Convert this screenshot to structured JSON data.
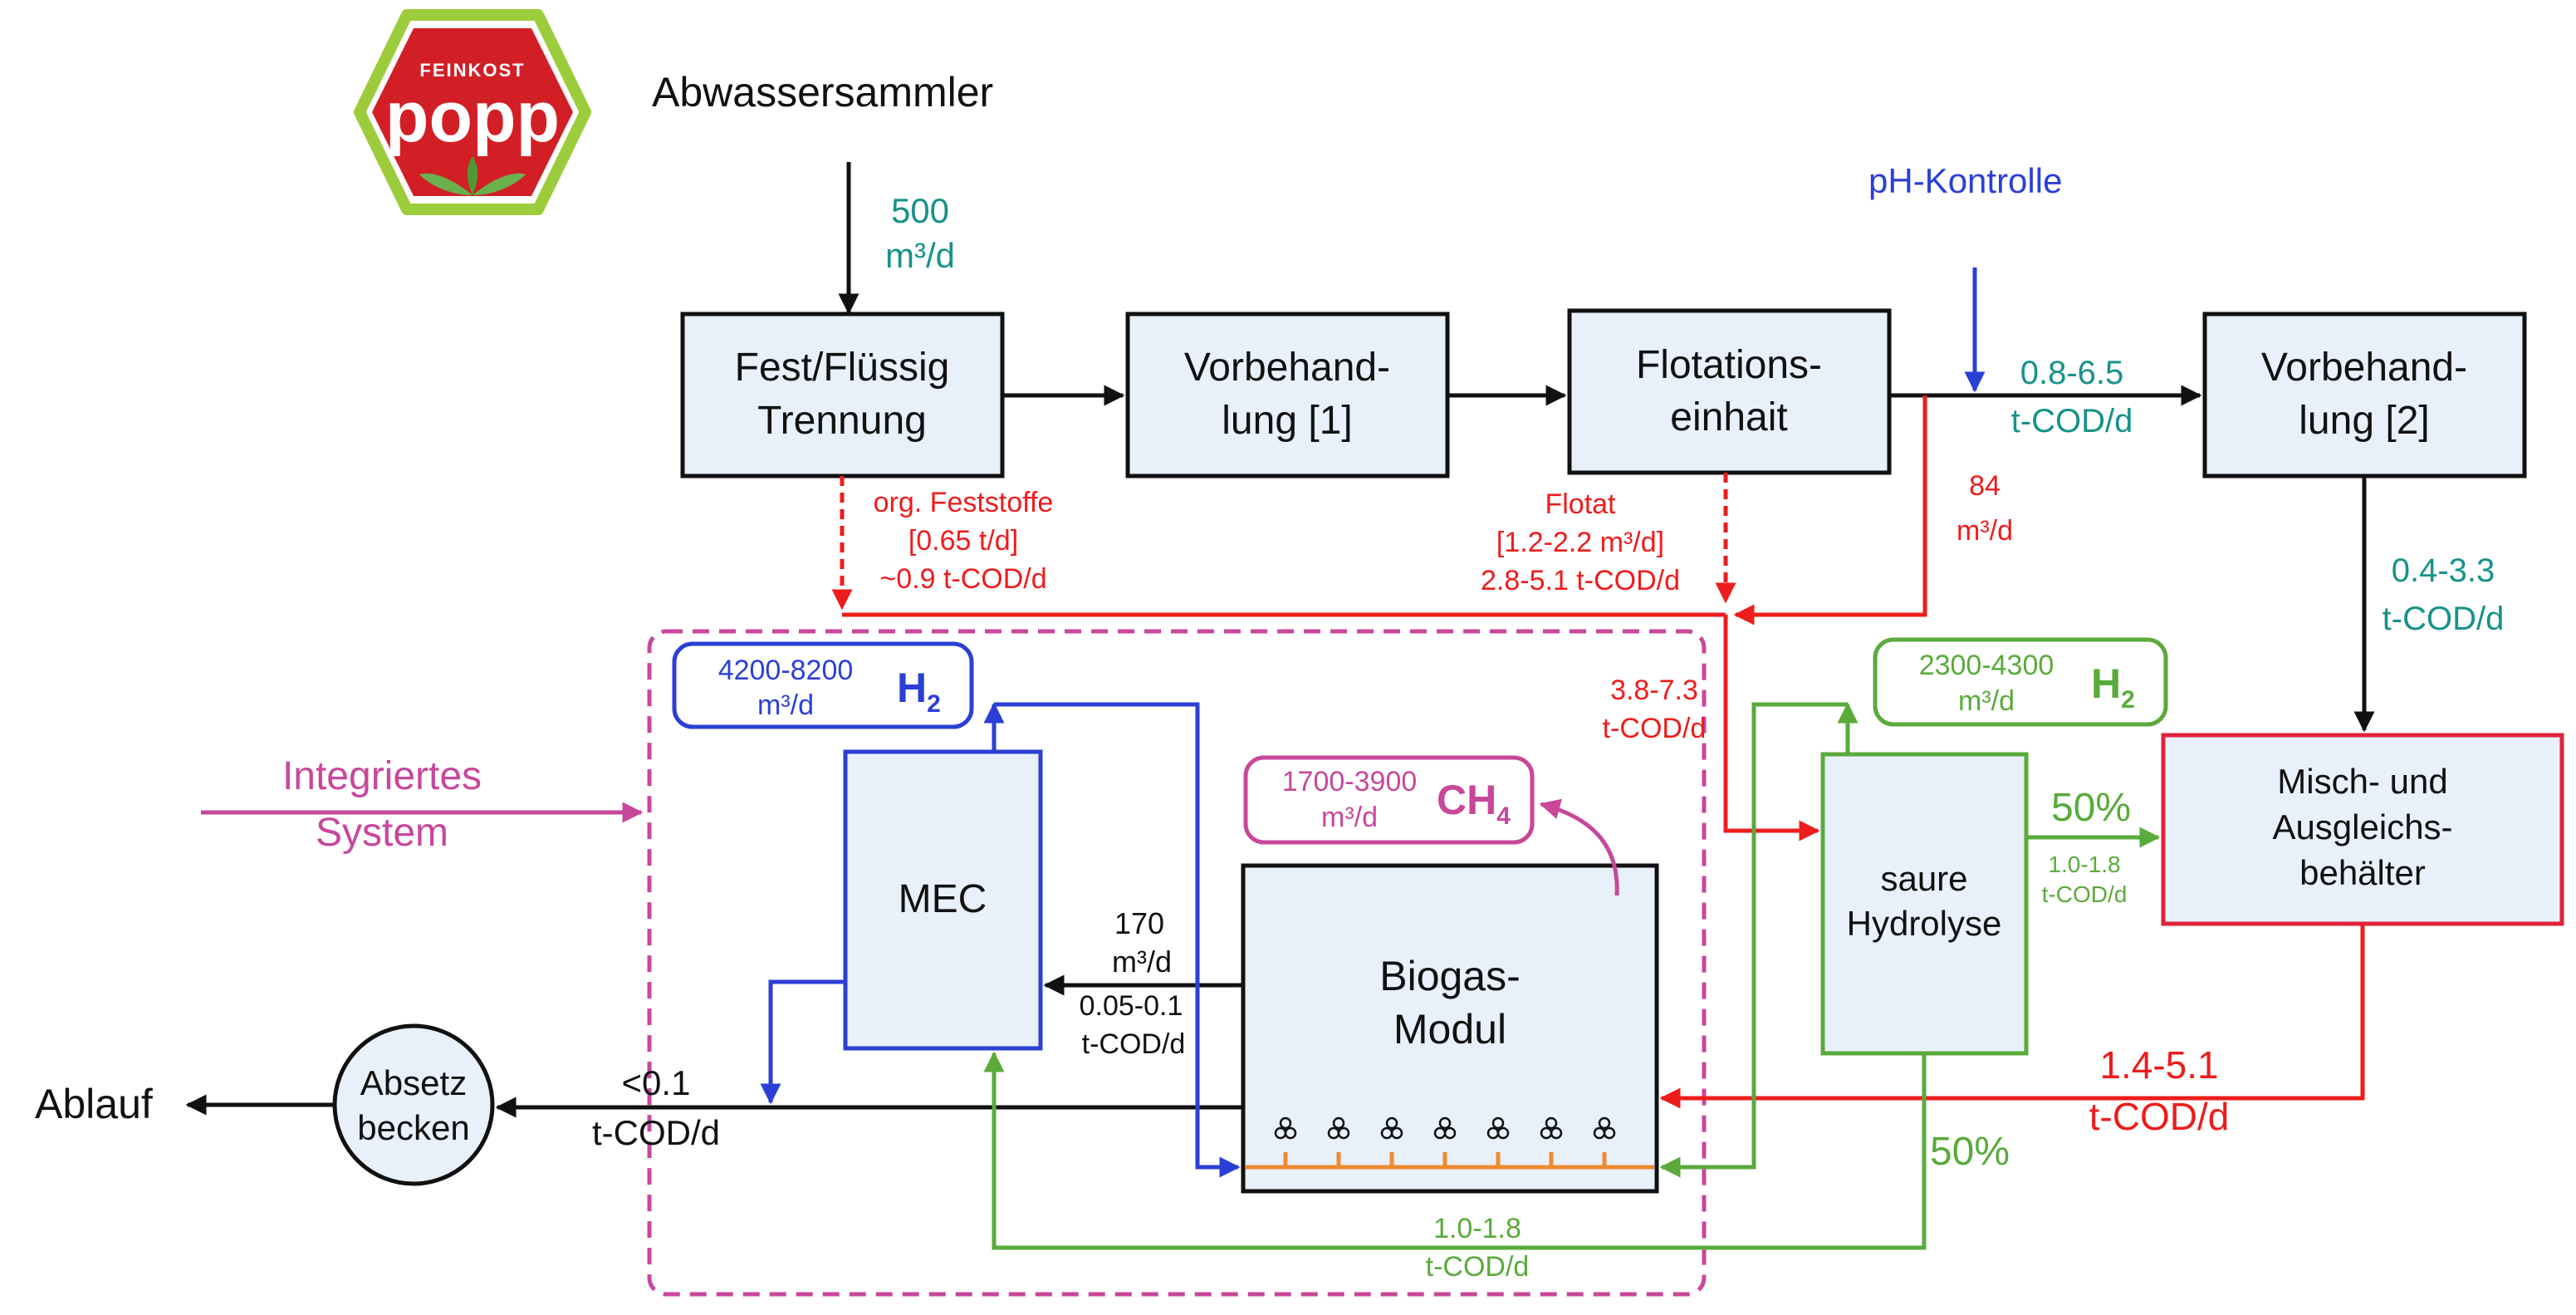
{
  "logo": {
    "top_text": "FEINKOST",
    "brand": "popp"
  },
  "colors": {
    "black": "#111111",
    "teal": "#17928a",
    "red": "#ee1c1c",
    "blue": "#2b3fd6",
    "green": "#5aaa3c",
    "magenta": "#c8479b",
    "orange": "#f08a30",
    "box_fill": "#e8f0fa"
  },
  "labels": {
    "source": "Abwassersammler",
    "ph_control": "pH-Kontrolle",
    "inflow_num": "500",
    "inflow_unit": "m³/d",
    "outflow": "Ablauf",
    "integrated_1": "Integriertes",
    "integrated_2": "System"
  },
  "boxes": {
    "separation": [
      "Fest/Flüssig",
      "Trennung"
    ],
    "pre1": [
      "Vorbehand-",
      "lung [1]"
    ],
    "flotation": [
      "Flotations-",
      "einhait"
    ],
    "pre2": [
      "Vorbehand-",
      "lung [2]"
    ],
    "mix": [
      "Misch- und",
      "Ausgleichs-",
      "behälter"
    ],
    "hydrolysis": [
      "saure",
      "Hydrolyse"
    ],
    "mec": [
      "MEC"
    ],
    "biogas": [
      "Biogas-",
      "Modul"
    ],
    "settler": [
      "Absetz",
      "becken"
    ]
  },
  "flows": {
    "solids": [
      "org. Feststoffe",
      "[0.65 t/d]",
      "~0.9 t-COD/d"
    ],
    "flotat": [
      "Flotat",
      "[1.2-2.2 m³/d]",
      "2.8-5.1 t-COD/d"
    ],
    "flot_out": [
      "0.8-6.5",
      "t-COD/d"
    ],
    "bypass": [
      "84",
      "m³/d"
    ],
    "pre2_out": [
      "0.4-3.3",
      "t-COD/d"
    ],
    "combined": [
      "3.8-7.3",
      "t-COD/d"
    ],
    "hyd_pct_top": "50%",
    "hyd_top_cod": [
      "1.0-1.8",
      "t-COD/d"
    ],
    "hyd_pct_bottom": "50%",
    "hyd_bottom_cod": [
      "1.0-1.8",
      "t-COD/d"
    ],
    "mix_out": [
      "1.4-5.1",
      "t-COD/d"
    ],
    "biogas_mec": [
      "170",
      "m³/d",
      "0.05-0.1",
      "t-COD/d"
    ],
    "effluent": [
      "<0.1",
      "t-COD/d"
    ]
  },
  "gas": {
    "h2_mec_range": "4200-8200",
    "h2_mec_unit": "m³/d",
    "h2_mec_label": "H",
    "h2_mec_sub": "2",
    "h2_hyd_range": "2300-4300",
    "h2_hyd_unit": "m³/d",
    "h2_hyd_label": "H",
    "h2_hyd_sub": "2",
    "ch4_range": "1700-3900",
    "ch4_unit": "m³/d",
    "ch4_label": "CH",
    "ch4_sub": "4"
  }
}
